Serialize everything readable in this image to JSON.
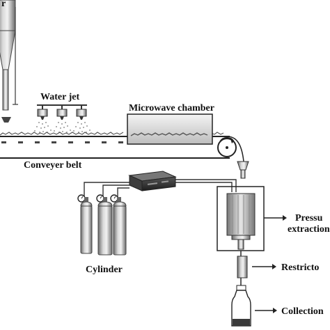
{
  "labels": {
    "hopper": "r",
    "water_jet": "Water jet",
    "microwave_chamber": "Microwave chamber",
    "conveyer_belt": "Conveyer belt",
    "cylinder": "Cylinder",
    "pressurized_line1": "Pressu",
    "pressurized_line2": "extraction",
    "restrictor": "Restricto",
    "collection": "Collection"
  },
  "colors": {
    "line": "#222222",
    "metal_dark": "#6e6e6e",
    "metal_light": "#d8d8d8",
    "liquid": "#3a3a3a",
    "background": "#ffffff"
  }
}
